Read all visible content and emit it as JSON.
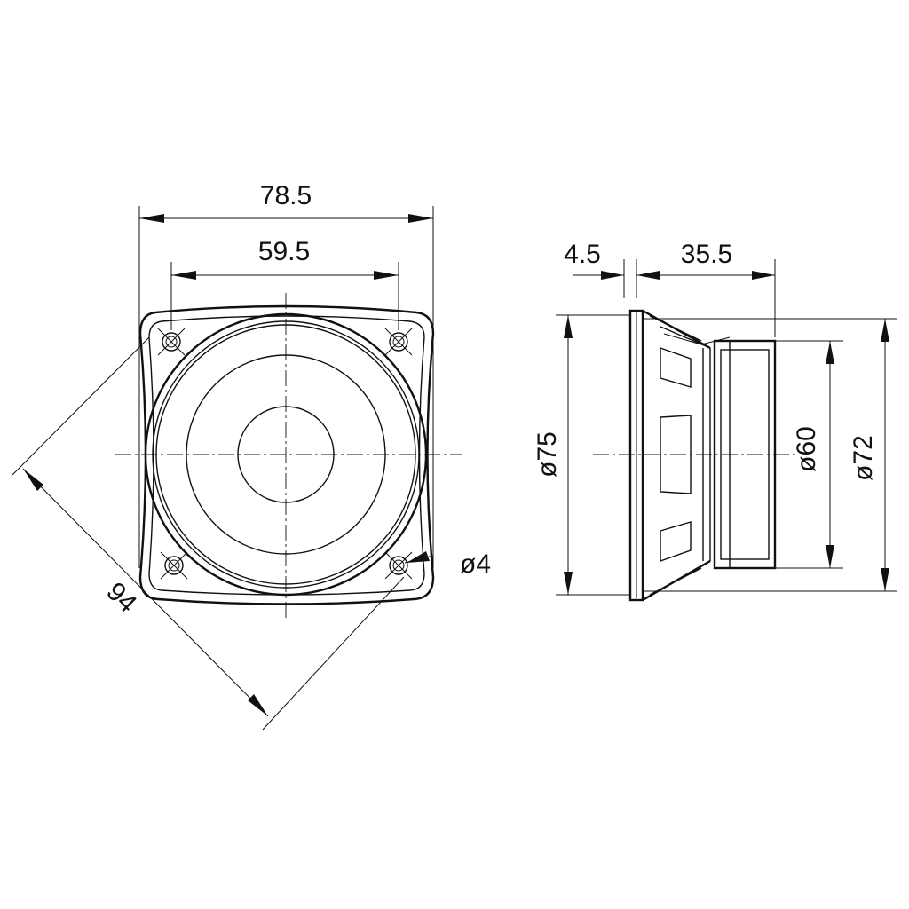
{
  "front_view": {
    "dim_overall_width": "78.5",
    "dim_hole_spacing": "59.5",
    "dim_diagonal": "94",
    "dim_hole_diameter": "ø4"
  },
  "side_view": {
    "dim_flange_thickness": "4.5",
    "dim_depth": "35.5",
    "dim_cutout_diameter": "ø75",
    "dim_magnet_diameter": "ø60",
    "dim_basket_diameter": "ø72"
  },
  "colors": {
    "line": "#111111",
    "background": "#ffffff"
  }
}
